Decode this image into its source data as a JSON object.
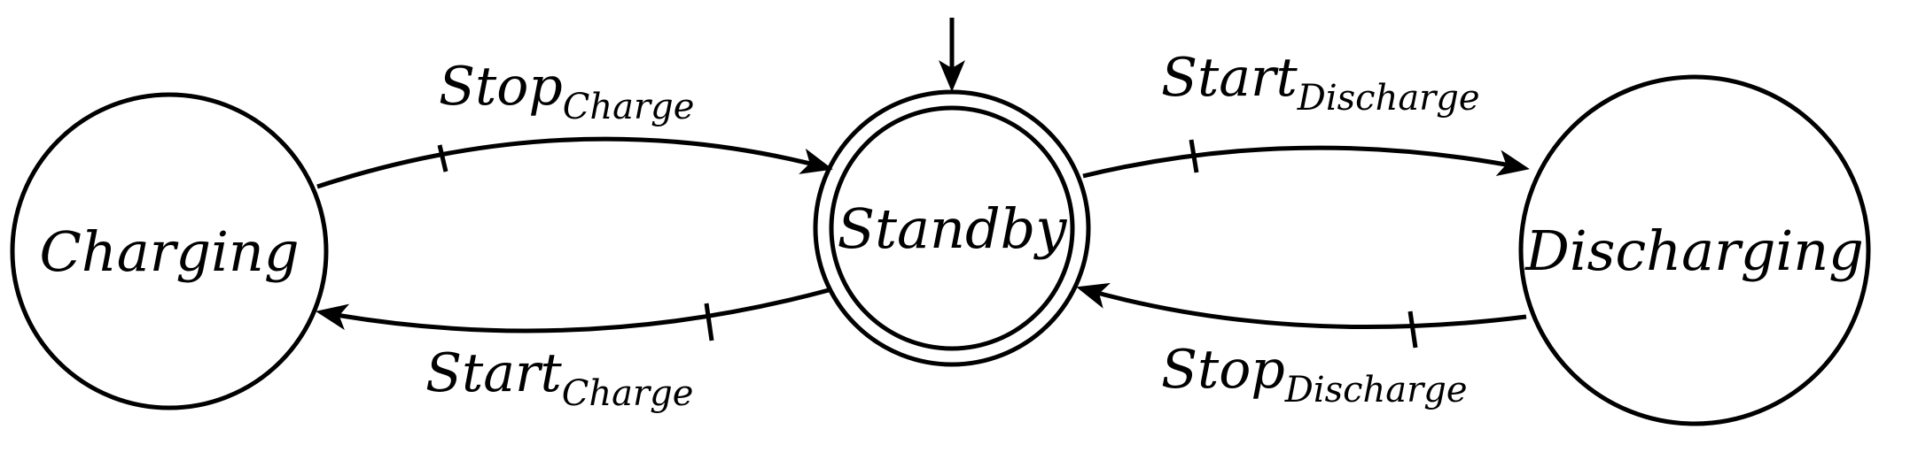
{
  "diagram": {
    "states": {
      "charging": "Charging",
      "standby": "Standby",
      "discharging": "Discharging"
    },
    "transitions": {
      "stop_charge": {
        "main": "Stop",
        "sub": "Charge"
      },
      "start_charge": {
        "main": "Start",
        "sub": "Charge"
      },
      "start_discharge": {
        "main": "Start",
        "sub": "Discharge"
      },
      "stop_discharge": {
        "main": "Stop",
        "sub": "Discharge"
      }
    },
    "initial_state": "Standby",
    "accepting_state": "Standby"
  }
}
